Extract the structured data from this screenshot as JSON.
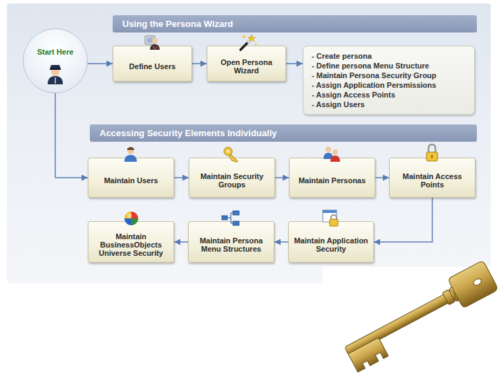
{
  "diagram": {
    "nodes": [
      {
        "text": [
          "Start Here"
        ]
      },
      {
        "text": [
          "Using the Persona Wizard"
        ]
      },
      {
        "text": [
          "Define Users"
        ]
      },
      {
        "text": [
          "Open Persona Wizard"
        ]
      },
      {
        "text": [
          "- Create persona",
          "- Define persona Menu Structure",
          "- Maintain Persona Security Group",
          "- Assign Application Persmissions",
          "- Assign Access Points",
          "- Assign Users"
        ]
      },
      {
        "text": [
          "Accessing Security Elements Individually"
        ]
      },
      {
        "text": [
          "Maintain Users"
        ]
      },
      {
        "text": [
          "Maintain Security Groups"
        ]
      },
      {
        "text": [
          "Maintain Personas"
        ]
      },
      {
        "text": [
          "Maintain Access Points"
        ]
      },
      {
        "text": [
          "Maintain Application Security"
        ]
      },
      {
        "text": [
          "Maintain Persona Menu Structures"
        ]
      },
      {
        "text": [
          "Maintain BusinessObjects Universe Security"
        ]
      }
    ],
    "edges": [
      {
        "from": 0,
        "to": 2,
        "arrow": "to"
      },
      {
        "from": 2,
        "to": 3,
        "arrow": "to"
      },
      {
        "from": 3,
        "to": 4,
        "arrow": "to"
      },
      {
        "from": 0,
        "to": 6,
        "arrow": "to"
      },
      {
        "from": 6,
        "to": 7,
        "arrow": "to"
      },
      {
        "from": 7,
        "to": 8,
        "arrow": "to"
      },
      {
        "from": 8,
        "to": 9,
        "arrow": "to"
      },
      {
        "from": 9,
        "to": 10,
        "arrow": "to"
      },
      {
        "from": 10,
        "to": 11,
        "arrow": "to"
      },
      {
        "from": 11,
        "to": 12,
        "arrow": "to"
      }
    ]
  }
}
